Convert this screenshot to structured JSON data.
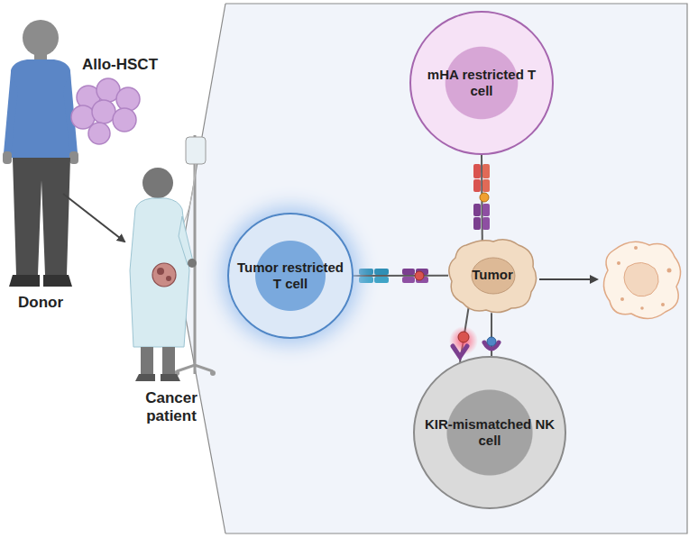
{
  "diagram": {
    "nodes": [
      {
        "text": [
          "mHA restricted T cell"
        ]
      },
      {
        "text": [
          "Tumor restricted T cell"
        ]
      },
      {
        "text": [
          "Tumor"
        ]
      },
      {
        "text": [
          "KIR-mismatched NK cell"
        ]
      }
    ],
    "edges": [
      {
        "from": 0,
        "to": 2,
        "arrow": "none"
      },
      {
        "from": 1,
        "to": 2,
        "arrow": "none"
      },
      {
        "from": 2,
        "to": 3,
        "arrow": "none"
      },
      {
        "from": 2,
        "to": 3,
        "arrow": "none"
      }
    ],
    "labels": [
      "Allo-HSCT",
      "Donor",
      "Cancer patient"
    ]
  }
}
